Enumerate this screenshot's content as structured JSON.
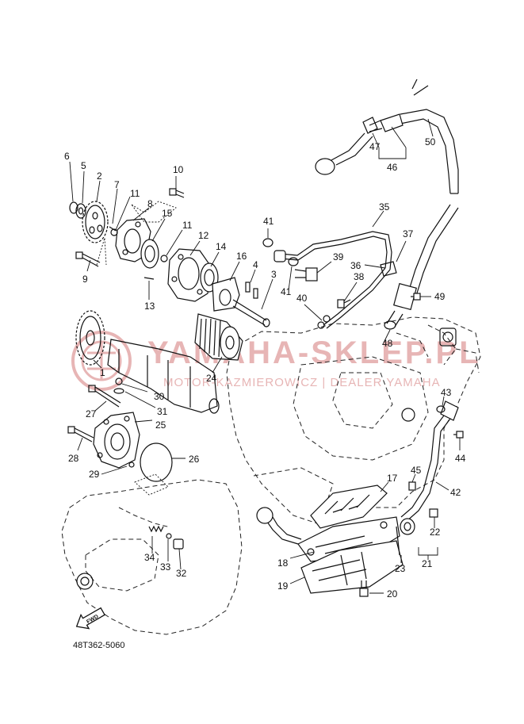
{
  "diagram": {
    "drawing_code": "48T362-5060",
    "fwd_label": "FWD",
    "watermark": {
      "text": "YAMAHA-SKLEP.PL",
      "subtext": "MOTOR-KAZMIEROWICZ | DEALER YAMAHA"
    },
    "callouts": [
      {
        "num": "6"
      },
      {
        "num": "5"
      },
      {
        "num": "2"
      },
      {
        "num": "7"
      },
      {
        "num": "11"
      },
      {
        "num": "8"
      },
      {
        "num": "10"
      },
      {
        "num": "15"
      },
      {
        "num": "11"
      },
      {
        "num": "12"
      },
      {
        "num": "14"
      },
      {
        "num": "16"
      },
      {
        "num": "4"
      },
      {
        "num": "3"
      },
      {
        "num": "9"
      },
      {
        "num": "13"
      },
      {
        "num": "1"
      },
      {
        "num": "24"
      },
      {
        "num": "30"
      },
      {
        "num": "31"
      },
      {
        "num": "27"
      },
      {
        "num": "25"
      },
      {
        "num": "28"
      },
      {
        "num": "26"
      },
      {
        "num": "29"
      },
      {
        "num": "34"
      },
      {
        "num": "33"
      },
      {
        "num": "32"
      },
      {
        "num": "41"
      },
      {
        "num": "35"
      },
      {
        "num": "39"
      },
      {
        "num": "36"
      },
      {
        "num": "37"
      },
      {
        "num": "41"
      },
      {
        "num": "38"
      },
      {
        "num": "40"
      },
      {
        "num": "49"
      },
      {
        "num": "48"
      },
      {
        "num": "47"
      },
      {
        "num": "46"
      },
      {
        "num": "50"
      },
      {
        "num": "43"
      },
      {
        "num": "44"
      },
      {
        "num": "42"
      },
      {
        "num": "45"
      },
      {
        "num": "17"
      },
      {
        "num": "22"
      },
      {
        "num": "21"
      },
      {
        "num": "23"
      },
      {
        "num": "18"
      },
      {
        "num": "19"
      },
      {
        "num": "20"
      }
    ]
  }
}
